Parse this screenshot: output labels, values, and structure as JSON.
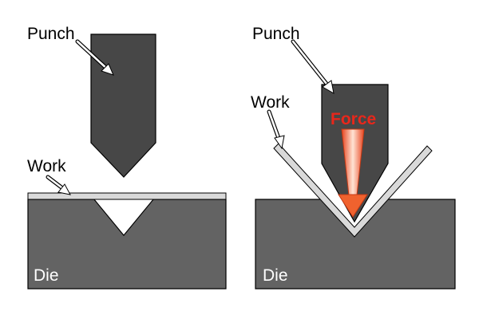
{
  "left_panel": {
    "punch_label": "Punch",
    "work_label": "Work",
    "die_label": "Die"
  },
  "right_panel": {
    "punch_label": "Punch",
    "work_label": "Work",
    "die_label": "Die",
    "force_label": "Force"
  },
  "colors": {
    "punch": "#474747",
    "die": "#636363",
    "work": "#d9d9d9",
    "outline": "#000000",
    "force_text": "#e8271b",
    "force_arrow": "#f0622e",
    "force_arrow_light": "#ffe0d0"
  }
}
